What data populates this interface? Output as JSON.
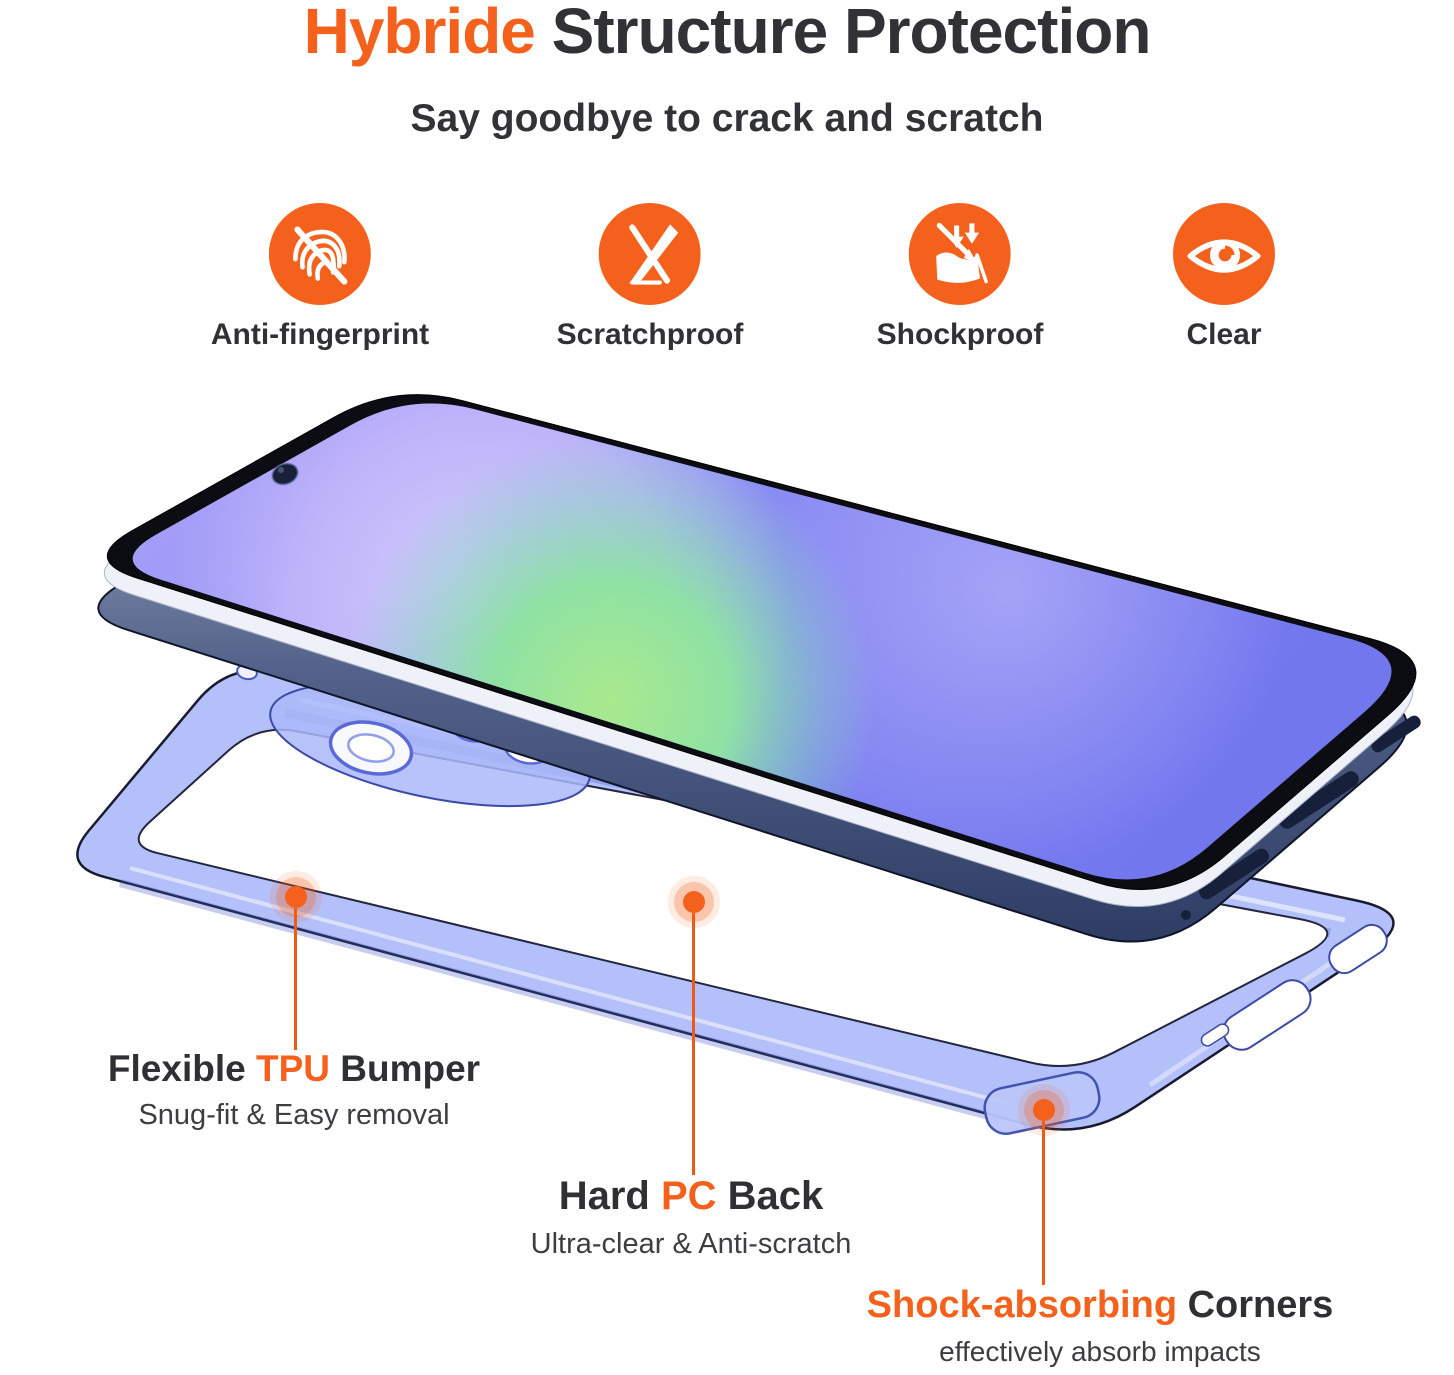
{
  "header": {
    "title_highlight": "Hybride",
    "title_rest": " Structure Protection",
    "subtitle": "Say goodbye to crack and scratch"
  },
  "features": [
    {
      "icon": "anti-fingerprint-icon",
      "label": "Anti-fingerprint"
    },
    {
      "icon": "scratchproof-icon",
      "label": "Scratchproof"
    },
    {
      "icon": "shockproof-icon",
      "label": "Shockproof"
    },
    {
      "icon": "clear-eye-icon",
      "label": "Clear"
    }
  ],
  "callouts": [
    {
      "title_pre": "Flexible ",
      "title_highlight": "TPU",
      "title_post": " Bumper",
      "subtitle": "Snug-fit & Easy removal"
    },
    {
      "title_pre": "Hard ",
      "title_highlight": "PC",
      "title_post": " Back",
      "subtitle": "Ultra-clear & Anti-scratch"
    },
    {
      "title_pre": "",
      "title_highlight": "Shock-absorbing",
      "title_post": " Corners",
      "subtitle": "effectively absorb impacts"
    }
  ],
  "colors": {
    "accent_orange": "#F4611C",
    "callout_line_orange": "#E75C17",
    "text_dark": "#303236",
    "text_gray": "#3C3E42",
    "case_blue": "#97A7F7",
    "phone_navy": "#4E5D82",
    "screen_violet": "#8487F3",
    "screen_green": "#8FE2A4"
  }
}
